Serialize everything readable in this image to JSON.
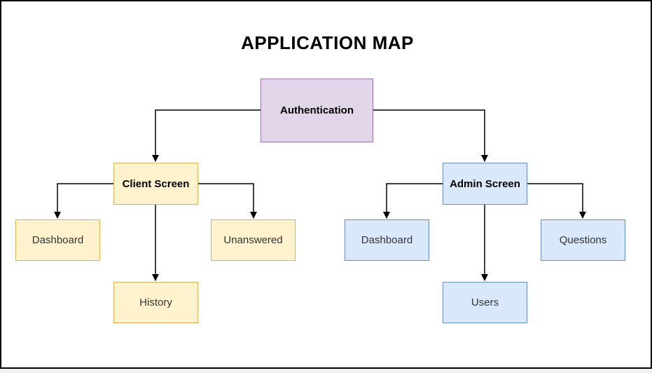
{
  "title": "APPLICATION MAP",
  "colors": {
    "connector": "#000000",
    "canvas": "#ffffff",
    "auth_fill": "#e1d5e7",
    "auth_border": "#9673a6",
    "client_fill": "#fff2cc",
    "client_border": "#d6b656",
    "admin_fill": "#dae8fc",
    "admin_border": "#6c8ebf"
  },
  "nodes": {
    "authentication": {
      "label": "Authentication"
    },
    "client_screen": {
      "label": "Client Screen"
    },
    "admin_screen": {
      "label": "Admin Screen"
    },
    "client_dashboard": {
      "label": "Dashboard"
    },
    "client_history": {
      "label": "History"
    },
    "client_unanswered": {
      "label": "Unanswered"
    },
    "admin_dashboard": {
      "label": "Dashboard"
    },
    "admin_users": {
      "label": "Users"
    },
    "admin_questions": {
      "label": "Questions"
    }
  },
  "edges": [
    {
      "from": "Authentication",
      "to": "Client Screen"
    },
    {
      "from": "Authentication",
      "to": "Admin Screen"
    },
    {
      "from": "Client Screen",
      "to": "Dashboard"
    },
    {
      "from": "Client Screen",
      "to": "Unanswered"
    },
    {
      "from": "Client Screen",
      "to": "History"
    },
    {
      "from": "Admin Screen",
      "to": "Dashboard"
    },
    {
      "from": "Admin Screen",
      "to": "Questions"
    },
    {
      "from": "Admin Screen",
      "to": "Users"
    }
  ]
}
